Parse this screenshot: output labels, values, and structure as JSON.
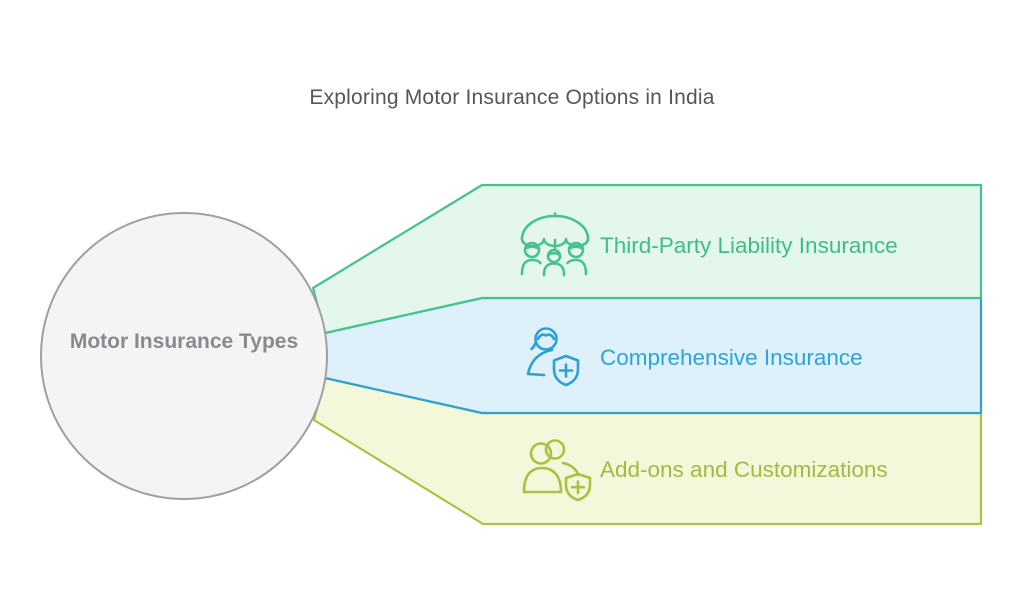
{
  "title": "Exploring Motor Insurance Options in India",
  "center_node": {
    "label": "Motor Insurance Types",
    "fill": "#f4f4f5",
    "stroke": "#9fa0a3"
  },
  "branches": [
    {
      "label": "Third-Party Liability Insurance",
      "icon": "family-under-umbrella-icon",
      "fill": "#e3f7ec",
      "stroke": "#47c28e",
      "icon_color": "#47c28e",
      "label_color": "#3fbe85"
    },
    {
      "label": "Comprehensive Insurance",
      "icon": "person-with-shield-plus-icon",
      "fill": "#def1fb",
      "stroke": "#2da0d4",
      "icon_color": "#2da0d4",
      "label_color": "#2ca4dc"
    },
    {
      "label": "Add-ons and Customizations",
      "icon": "group-with-shield-plus-icon",
      "fill": "#f3f8da",
      "stroke": "#a9c242",
      "icon_color": "#a9c242",
      "label_color": "#a1bb40"
    }
  ],
  "colors": {
    "background": "#ffffff",
    "title_text": "#55565a",
    "center_text": "#898a8e"
  }
}
